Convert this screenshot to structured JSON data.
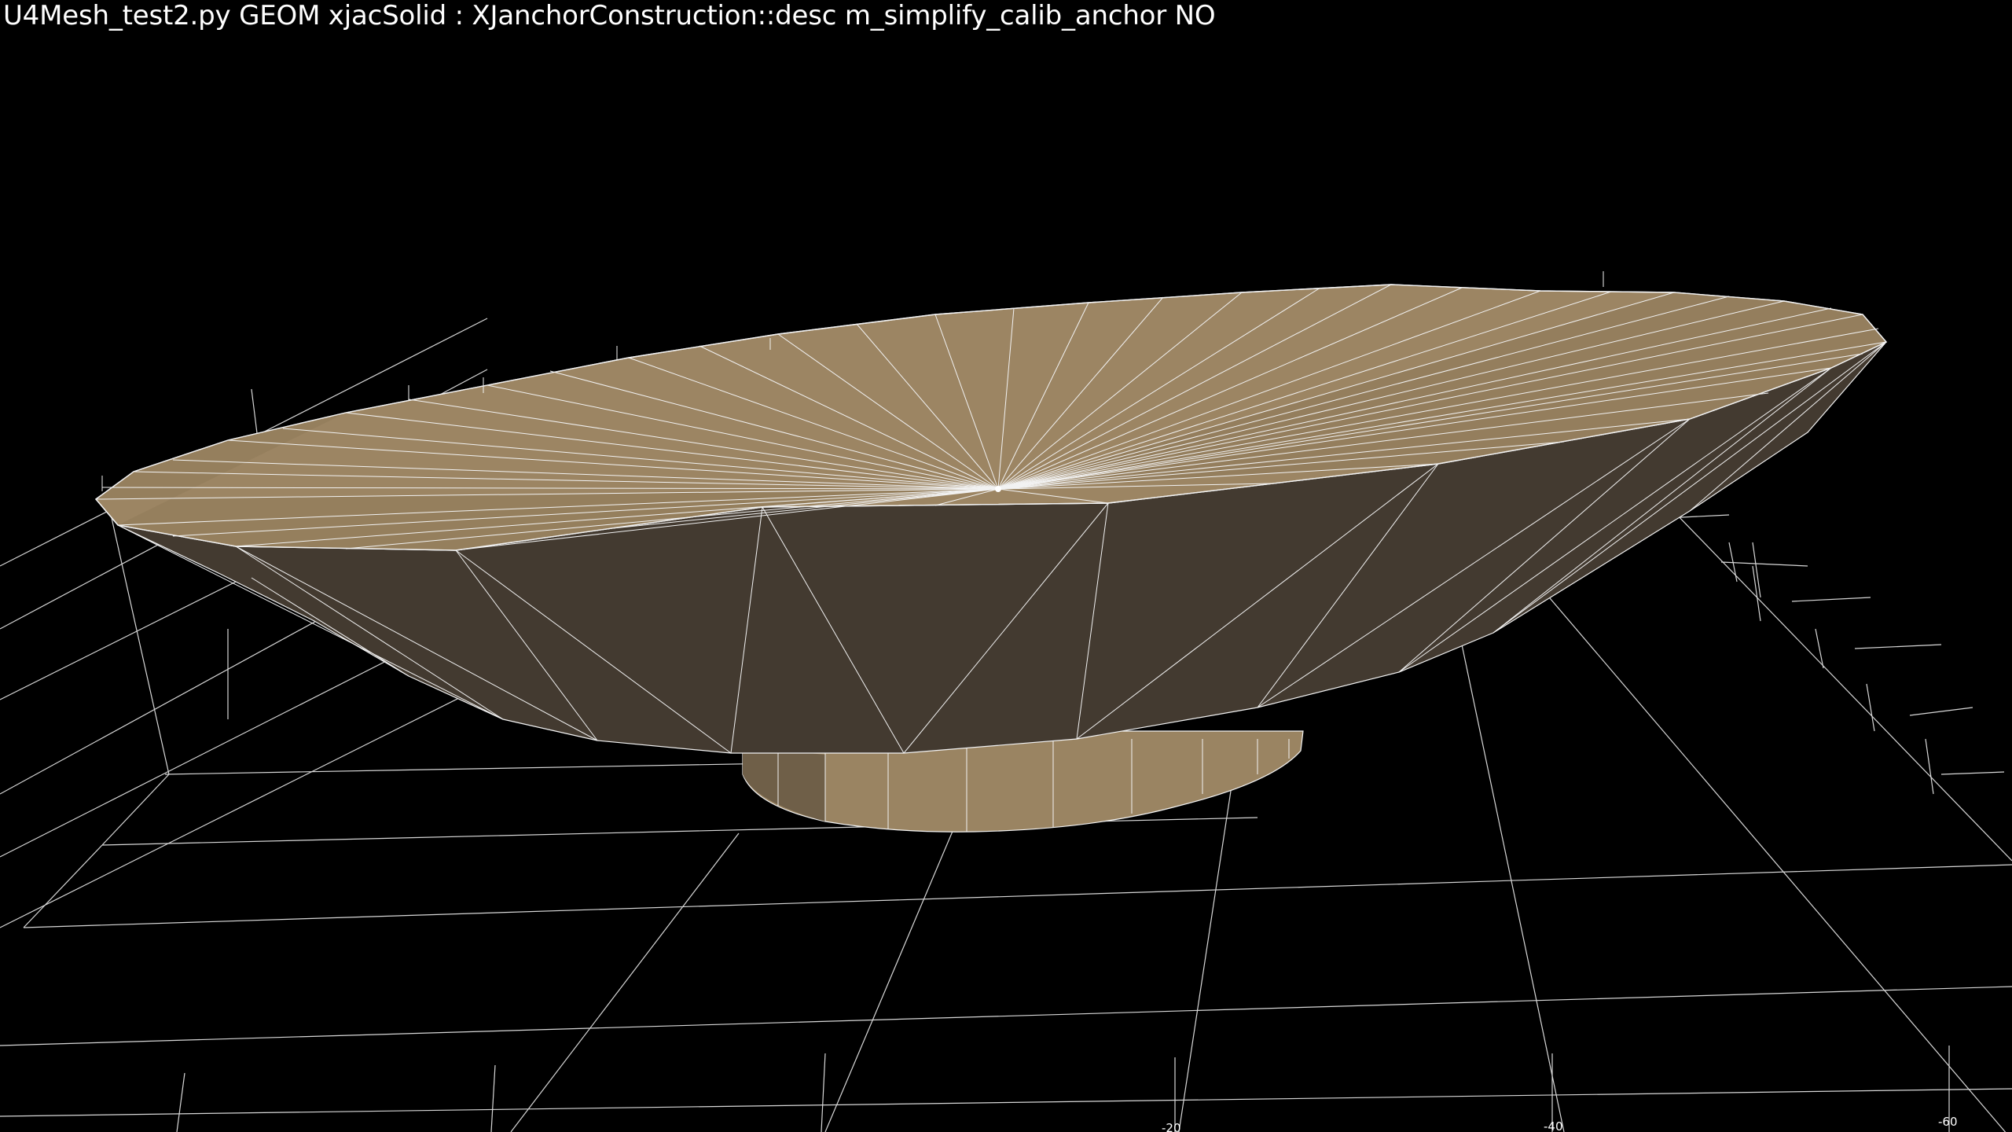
{
  "window": {
    "title": "U4Mesh_test2.py GEOM xjacSolid : XJanchorConstruction::desc m_simplify_calib_anchor NO"
  },
  "scene": {
    "background": "#000000",
    "grid_color": "#d8d8d8",
    "mesh_edge_color": "#f2f2f2",
    "mesh_top_color": "#9c8563",
    "mesh_top_color_dark": "#8f7a5a",
    "mesh_side_color": "#433a30",
    "cylinder_color": "#9a8462",
    "cylinder_color_dark": "#6f5f48"
  },
  "axis": {
    "tick_labels": [
      "-20",
      "-40",
      "-60"
    ]
  }
}
